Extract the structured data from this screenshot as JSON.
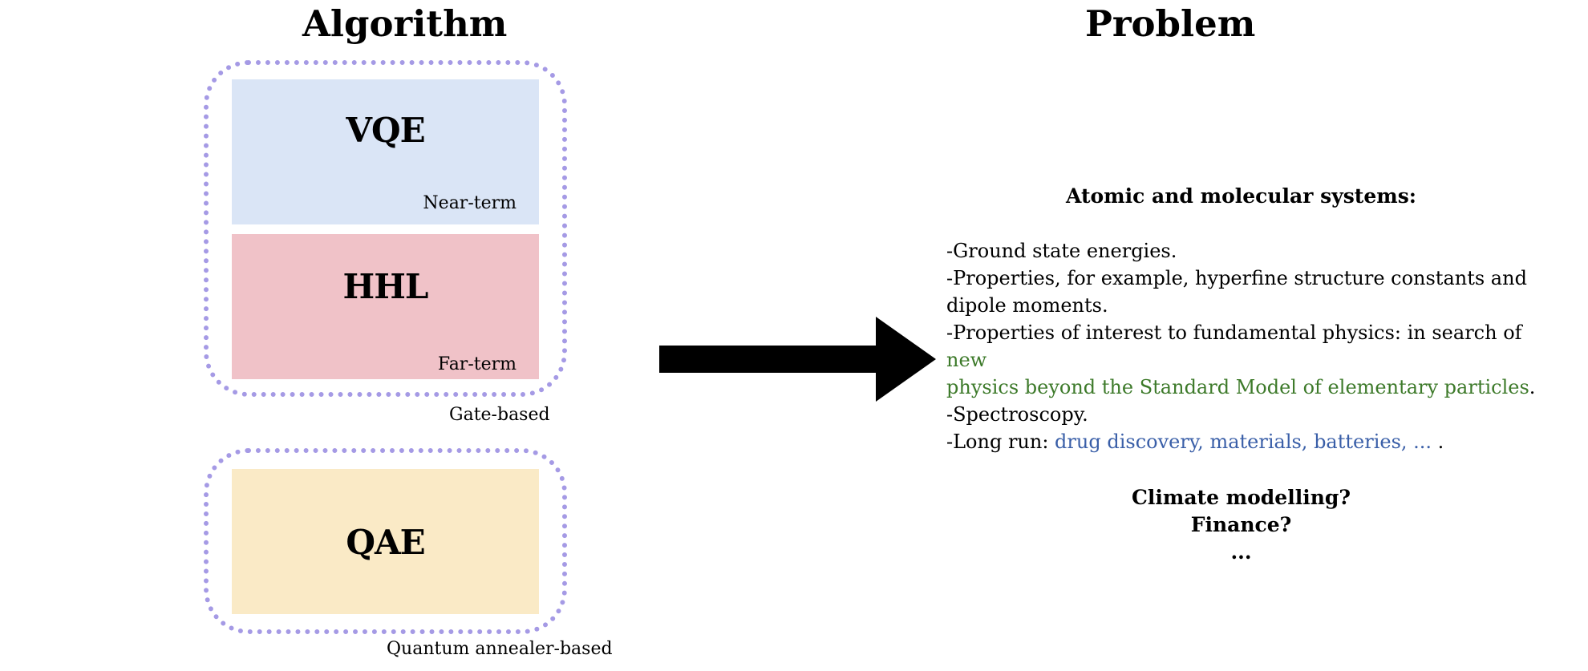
{
  "headings": {
    "algorithm": "Algorithm",
    "problem": "Problem"
  },
  "algorithms": {
    "gate_based": {
      "label": "Gate-based",
      "vqe": {
        "name": "VQE",
        "term": "Near-term"
      },
      "hhl": {
        "name": "HHL",
        "term": "Far-term"
      }
    },
    "annealer_based": {
      "label": "Quantum annealer-based",
      "qae": {
        "name": "QAE"
      }
    }
  },
  "problem": {
    "title": "Atomic and molecular systems:",
    "items": {
      "ground": "-Ground state energies.",
      "properties_line1": "-Properties, for example, hyperfine structure constants and",
      "properties_line2": "dipole moments.",
      "fundamental_prefix": "-Properties of interest to fundamental physics:  in search of ",
      "fundamental_highlight_part1": "new",
      "fundamental_highlight_part2": "physics beyond the Standard Model of elementary particles",
      "fundamental_suffix": ".",
      "spectroscopy": "-Spectroscopy.",
      "long_run_prefix": "-Long run: ",
      "long_run_highlight": "drug discovery, materials, batteries, ...",
      "long_run_suffix": " ."
    },
    "others": {
      "climate": "Climate modelling?",
      "finance": "Finance?",
      "ellipsis": "..."
    }
  },
  "colors": {
    "dotted_border": "#a59ae5",
    "vqe_fill": "#dae5f6",
    "hhl_fill": "#f0c2c8",
    "qae_fill": "#faeac6",
    "green_highlight": "#3d7a2a",
    "blue_highlight": "#3a5fa8",
    "arrow": "#000000"
  },
  "icons": {
    "arrow": "right-arrow-icon"
  }
}
